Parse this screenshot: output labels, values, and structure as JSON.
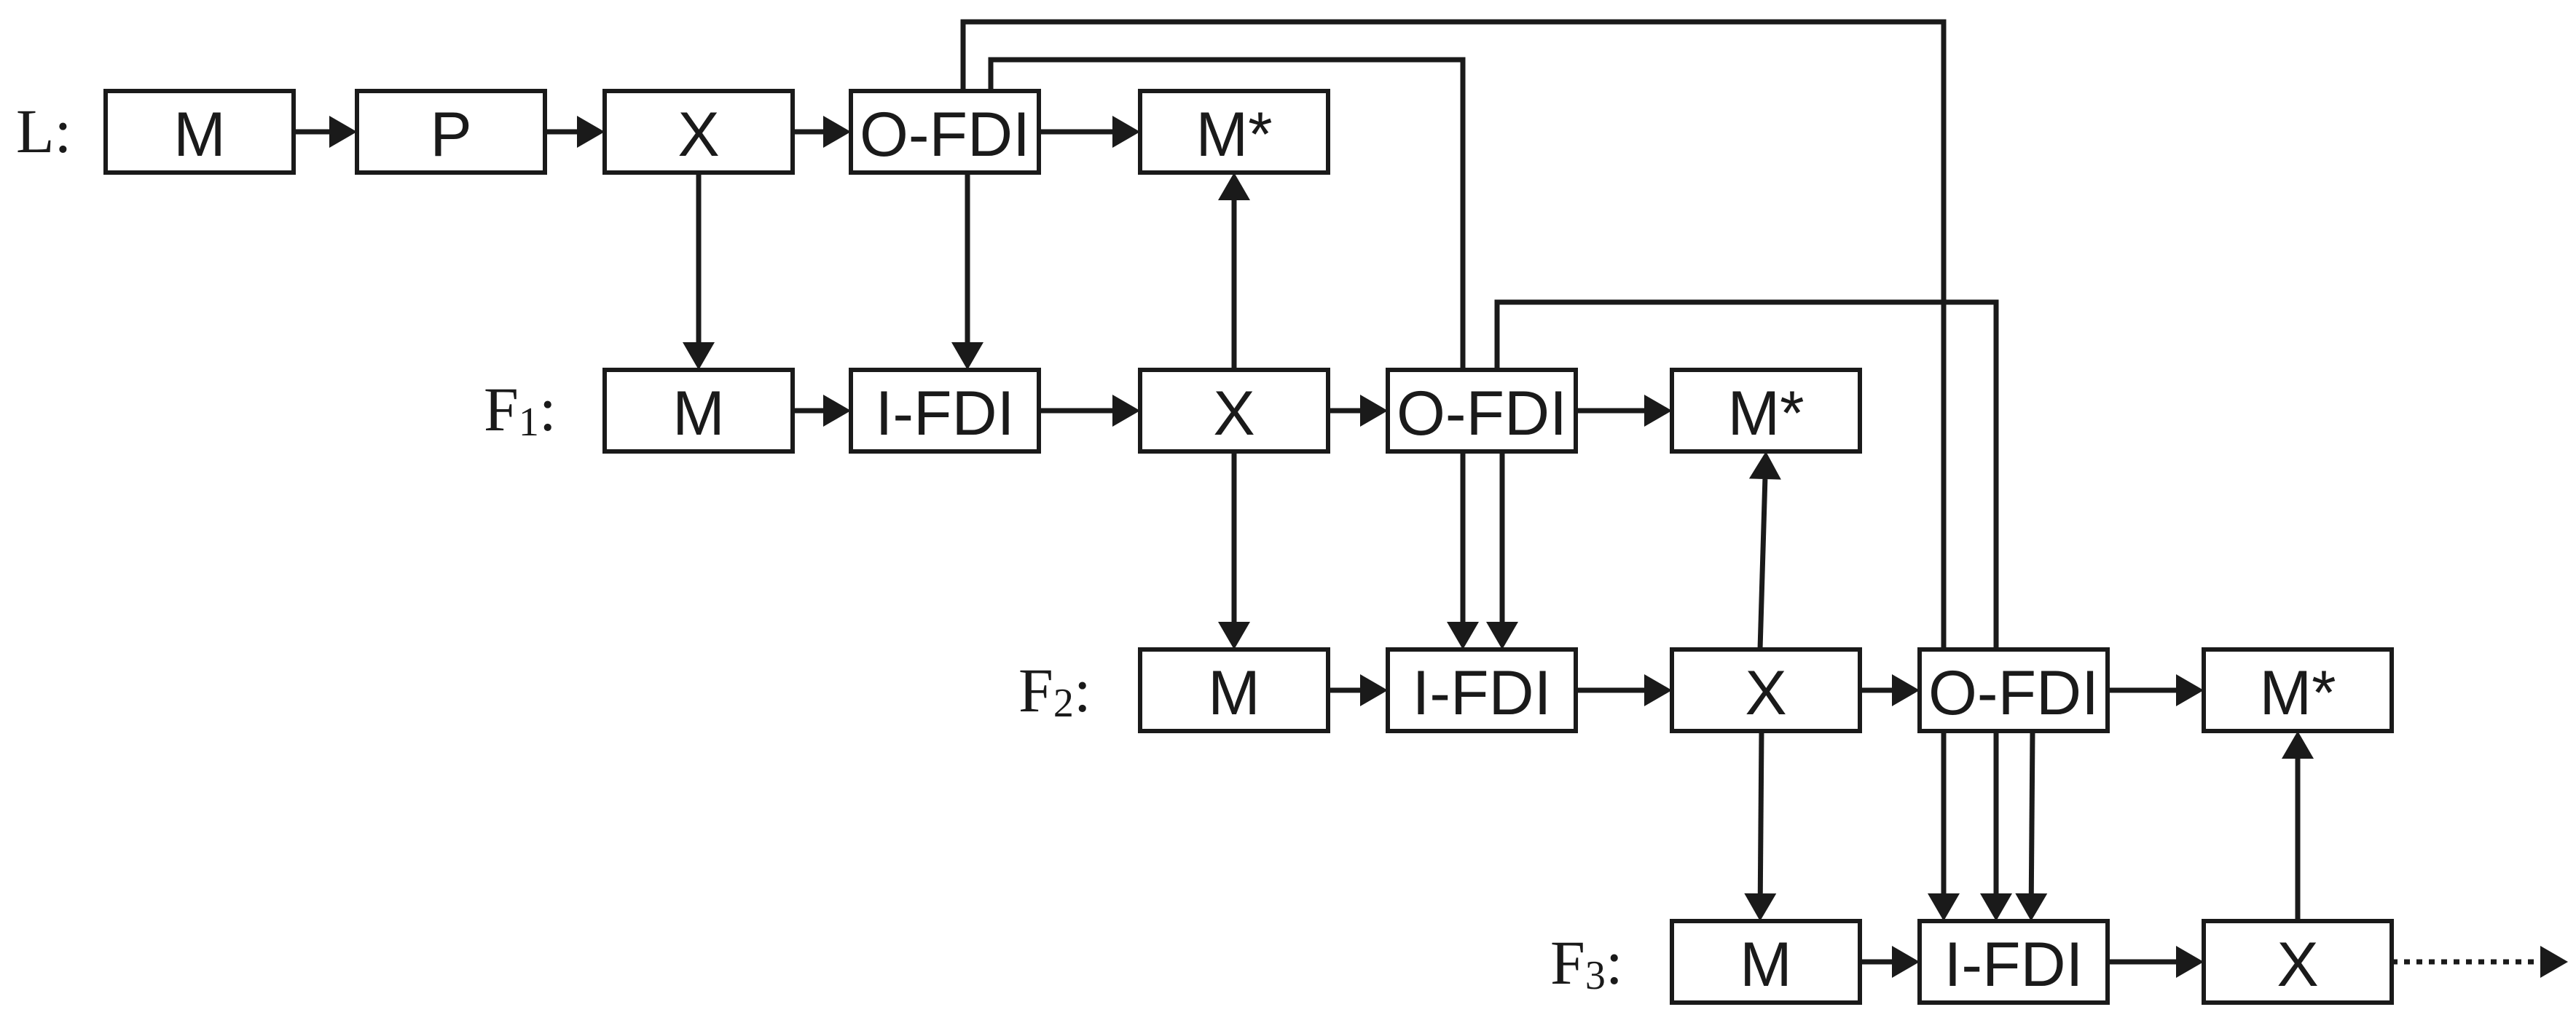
{
  "rows": {
    "L": {
      "label": "L",
      "sub": "",
      "suffix": ":"
    },
    "F1": {
      "label": "F",
      "sub": "1",
      "suffix": ":"
    },
    "F2": {
      "label": "F",
      "sub": "2",
      "suffix": ":"
    },
    "F3": {
      "label": "F",
      "sub": "3",
      "suffix": ":"
    }
  },
  "nodes": {
    "L_M": "M",
    "L_P": "P",
    "L_X": "X",
    "L_OFDI": "O-FDI",
    "L_MS": "M*",
    "F1_M": "M",
    "F1_IFDI": "I-FDI",
    "F1_X": "X",
    "F1_OFDI": "O-FDI",
    "F1_MS": "M*",
    "F2_M": "M",
    "F2_IFDI": "I-FDI",
    "F2_X": "X",
    "F2_OFDI": "O-FDI",
    "F2_MS": "M*",
    "F3_M": "M",
    "F3_IFDI": "I-FDI",
    "F3_X": "X"
  },
  "edges": [
    {
      "from": "L_M",
      "to": "L_P"
    },
    {
      "from": "L_P",
      "to": "L_X"
    },
    {
      "from": "L_X",
      "to": "L_OFDI"
    },
    {
      "from": "L_OFDI",
      "to": "L_MS"
    },
    {
      "from": "L_X",
      "to": "F1_M"
    },
    {
      "from": "L_OFDI",
      "to": "F1_IFDI"
    },
    {
      "from": "L_OFDI",
      "to": "F2_IFDI"
    },
    {
      "from": "L_OFDI",
      "to": "F3_IFDI"
    },
    {
      "from": "F1_M",
      "to": "F1_IFDI"
    },
    {
      "from": "F1_IFDI",
      "to": "F1_X"
    },
    {
      "from": "F1_X",
      "to": "F1_OFDI"
    },
    {
      "from": "F1_OFDI",
      "to": "F1_MS"
    },
    {
      "from": "F1_X",
      "to": "L_MS"
    },
    {
      "from": "F1_X",
      "to": "F2_M"
    },
    {
      "from": "F1_OFDI",
      "to": "F2_IFDI"
    },
    {
      "from": "F1_OFDI",
      "to": "F3_IFDI"
    },
    {
      "from": "F2_M",
      "to": "F2_IFDI"
    },
    {
      "from": "F2_IFDI",
      "to": "F2_X"
    },
    {
      "from": "F2_X",
      "to": "F2_OFDI"
    },
    {
      "from": "F2_OFDI",
      "to": "F2_MS"
    },
    {
      "from": "F2_X",
      "to": "F1_MS"
    },
    {
      "from": "F2_X",
      "to": "F3_M"
    },
    {
      "from": "F2_OFDI",
      "to": "F3_IFDI"
    },
    {
      "from": "F3_M",
      "to": "F3_IFDI"
    },
    {
      "from": "F3_IFDI",
      "to": "F3_X"
    },
    {
      "from": "F3_X",
      "to": "F2_MS"
    },
    {
      "from": "F3_X",
      "to": "continuation",
      "style": "dotted"
    }
  ]
}
